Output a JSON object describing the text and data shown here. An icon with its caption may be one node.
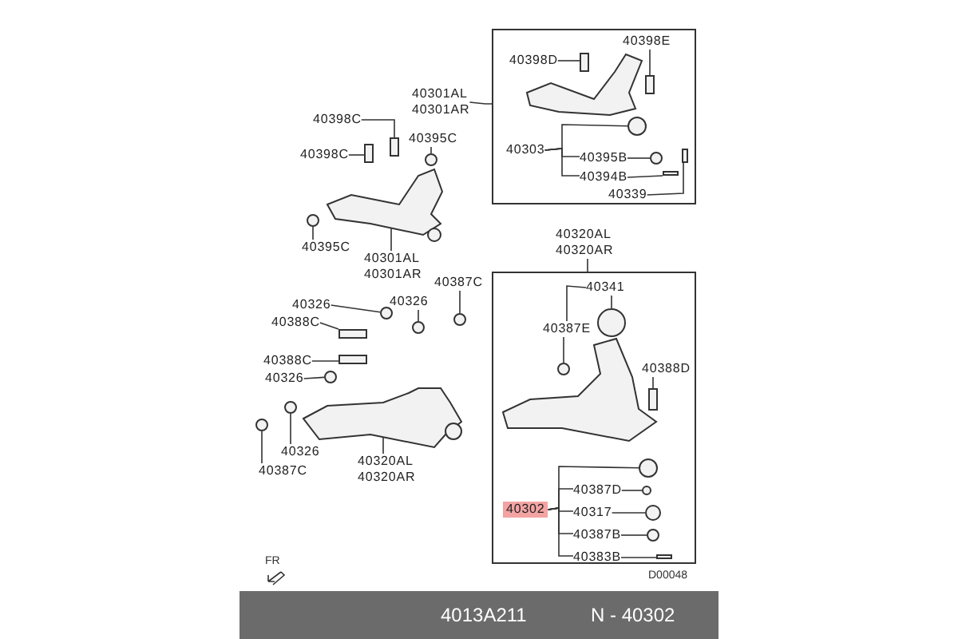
{
  "diagram": {
    "nodes": [
      {
        "text": [],
        "shape": "box"
      },
      {
        "text": [
          "40398E"
        ],
        "in": 0
      },
      {
        "text": [
          "40398D"
        ],
        "in": 0
      },
      {
        "text": [
          "40303"
        ],
        "in": 0
      },
      {
        "text": [
          "40395B"
        ],
        "in": 0
      },
      {
        "text": [
          "40394B"
        ],
        "in": 0
      },
      {
        "text": [
          "40339"
        ],
        "in": 0
      },
      {
        "text": [
          "40301AL",
          "40301AR"
        ]
      },
      {
        "text": [
          "40398C"
        ]
      },
      {
        "text": [
          "40395C"
        ]
      },
      {
        "text": [
          "40398C"
        ]
      },
      {
        "text": [
          "40395C"
        ]
      },
      {
        "text": [
          "40301AL",
          "40301AR"
        ]
      },
      {
        "text": [
          "40326"
        ]
      },
      {
        "text": [
          "40387C"
        ]
      },
      {
        "text": [
          "40326"
        ]
      },
      {
        "text": [
          "40388C"
        ]
      },
      {
        "text": [
          "40388C"
        ]
      },
      {
        "text": [
          "40326"
        ]
      },
      {
        "text": [
          "40387C"
        ]
      },
      {
        "text": [
          "40326"
        ]
      },
      {
        "text": [
          "40320AL",
          "40320AR"
        ]
      },
      {
        "text": [
          "40320AL",
          "40320AR"
        ]
      },
      {
        "text": [],
        "shape": "box"
      },
      {
        "text": [
          "40341"
        ],
        "in": 23
      },
      {
        "text": [
          "40387E"
        ],
        "in": 23
      },
      {
        "text": [
          "40388D"
        ],
        "in": 23
      },
      {
        "text": [
          "40302"
        ],
        "in": 23
      },
      {
        "text": [
          "40387D"
        ],
        "in": 23
      },
      {
        "text": [
          "40317"
        ],
        "in": 23
      },
      {
        "text": [
          "40387B"
        ],
        "in": 23
      },
      {
        "text": [
          "40383B"
        ],
        "in": 23
      },
      {
        "text": [],
        "shape": "box",
        "in": 0
      },
      {
        "text": [],
        "shape": "box",
        "in": 0
      },
      {
        "text": [],
        "shape": "circle",
        "in": 0
      },
      {
        "text": [],
        "shape": "circle",
        "in": 0
      },
      {
        "text": [],
        "shape": "box",
        "in": 0
      },
      {
        "text": [],
        "shape": "box",
        "in": 0
      },
      {
        "text": [],
        "shape": "box"
      },
      {
        "text": [],
        "shape": "circle"
      },
      {
        "text": [],
        "shape": "box"
      },
      {
        "text": [],
        "shape": "circle"
      },
      {
        "text": [],
        "shape": "picture"
      },
      {
        "text": [],
        "shape": "circle"
      },
      {
        "text": [],
        "shape": "circle"
      },
      {
        "text": [],
        "shape": "circle"
      },
      {
        "text": [],
        "shape": "box"
      },
      {
        "text": [],
        "shape": "box"
      },
      {
        "text": [],
        "shape": "circle"
      },
      {
        "text": [],
        "shape": "circle"
      },
      {
        "text": [],
        "shape": "circle"
      },
      {
        "text": [],
        "shape": "picture"
      },
      {
        "text": [],
        "shape": "circle",
        "in": 23
      },
      {
        "text": [],
        "shape": "circle",
        "in": 23
      },
      {
        "text": [],
        "shape": "box",
        "in": 23
      },
      {
        "text": [],
        "shape": "circle",
        "in": 23
      },
      {
        "text": [],
        "shape": "circle",
        "in": 23
      },
      {
        "text": [],
        "shape": "circle",
        "in": 23
      },
      {
        "text": [],
        "shape": "circle",
        "in": 23
      },
      {
        "text": [],
        "shape": "box",
        "in": 23
      }
    ],
    "edges": [
      {
        "from": 1,
        "to": 33,
        "arrow": "none"
      },
      {
        "from": 2,
        "to": 32,
        "arrow": "none"
      },
      {
        "from": 3,
        "to": 34,
        "arrow": "none"
      },
      {
        "from": 3,
        "to": 4,
        "arrow": "none"
      },
      {
        "from": 3,
        "to": 5,
        "arrow": "none"
      },
      {
        "from": 4,
        "to": 35,
        "arrow": "none"
      },
      {
        "from": 5,
        "to": 36,
        "arrow": "none"
      },
      {
        "from": 6,
        "to": 37,
        "arrow": "none"
      },
      {
        "from": 7,
        "to": 0,
        "arrow": "none"
      },
      {
        "from": 8,
        "to": 38,
        "arrow": "none"
      },
      {
        "from": 9,
        "to": 39,
        "arrow": "none"
      },
      {
        "from": 10,
        "to": 40,
        "arrow": "none"
      },
      {
        "from": 11,
        "to": 41,
        "arrow": "none"
      },
      {
        "from": 12,
        "to": 42,
        "arrow": "none"
      },
      {
        "from": 13,
        "to": 43,
        "arrow": "none"
      },
      {
        "from": 14,
        "to": 44,
        "arrow": "none"
      },
      {
        "from": 15,
        "to": 45,
        "arrow": "none"
      },
      {
        "from": 16,
        "to": 46,
        "arrow": "none"
      },
      {
        "from": 17,
        "to": 47,
        "arrow": "none"
      },
      {
        "from": 18,
        "to": 48,
        "arrow": "none"
      },
      {
        "from": 19,
        "to": 49,
        "arrow": "none"
      },
      {
        "from": 20,
        "to": 50,
        "arrow": "none"
      },
      {
        "from": 21,
        "to": 51,
        "arrow": "none"
      },
      {
        "from": 22,
        "to": 23,
        "arrow": "none"
      },
      {
        "from": 24,
        "to": 52,
        "arrow": "none"
      },
      {
        "from": 24,
        "to": 25,
        "arrow": "none"
      },
      {
        "from": 25,
        "to": 53,
        "arrow": "none"
      },
      {
        "from": 26,
        "to": 54,
        "arrow": "none"
      },
      {
        "from": 27,
        "to": 55,
        "arrow": "none"
      },
      {
        "from": 27,
        "to": 28,
        "arrow": "none"
      },
      {
        "from": 27,
        "to": 29,
        "arrow": "none"
      },
      {
        "from": 27,
        "to": 30,
        "arrow": "none"
      },
      {
        "from": 27,
        "to": 31,
        "arrow": "none"
      },
      {
        "from": 28,
        "to": 56,
        "arrow": "none"
      },
      {
        "from": 29,
        "to": 57,
        "arrow": "none"
      },
      {
        "from": 30,
        "to": 58,
        "arrow": "none"
      },
      {
        "from": 31,
        "to": 59,
        "arrow": "none"
      }
    ],
    "labels": [
      "FR",
      "D00048",
      "4013A211",
      "N - 40302"
    ]
  }
}
